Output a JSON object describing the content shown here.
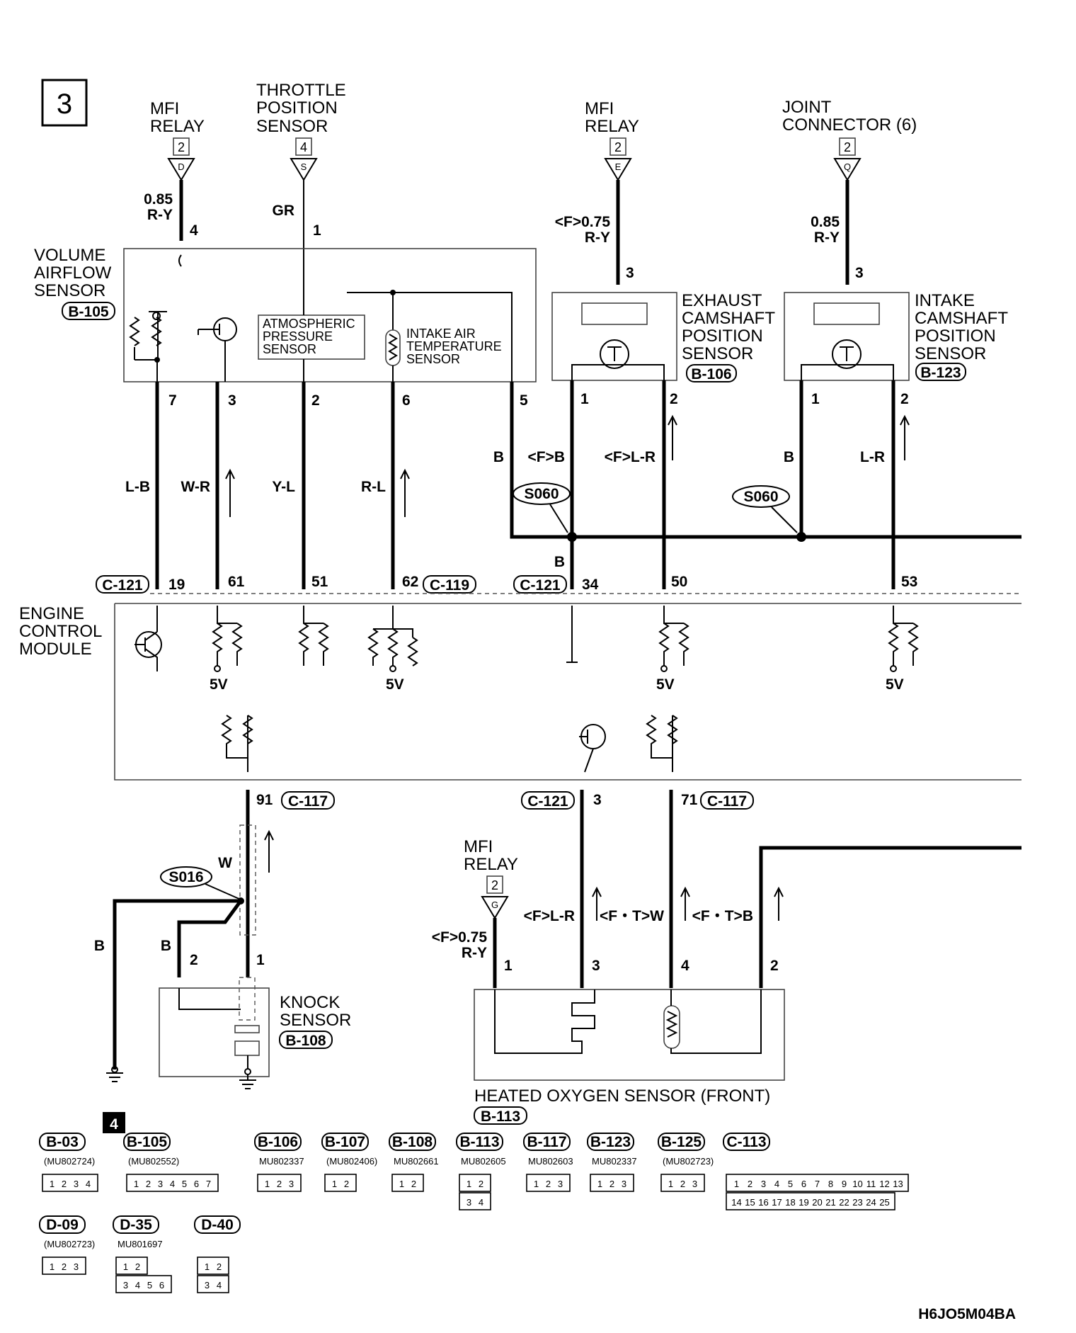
{
  "page": {
    "number": "3",
    "next_page": "4",
    "code": "H6JO5M04BA"
  },
  "sources": {
    "mfi_relay_1": {
      "name": [
        "MFI",
        "RELAY"
      ],
      "page": "2",
      "terminal": "D",
      "size": "0.85",
      "color": "R-Y",
      "pin": "4"
    },
    "tps": {
      "name": [
        "THROTTLE",
        "POSITION",
        "SENSOR"
      ],
      "page": "4",
      "terminal": "S",
      "color": "GR",
      "pin": "1"
    },
    "mfi_relay_2": {
      "name": [
        "MFI",
        "RELAY"
      ],
      "page": "2",
      "terminal": "E",
      "size": "<F>0.75",
      "color": "R-Y",
      "pin": "3"
    },
    "joint_connector": {
      "name": [
        "JOINT",
        "CONNECTOR (6)"
      ],
      "page": "2",
      "terminal": "Q",
      "size": "0.85",
      "color": "R-Y",
      "pin": "3"
    },
    "mfi_relay_3": {
      "name": [
        "MFI",
        "RELAY"
      ],
      "page": "2",
      "terminal": "G",
      "size": "<F>0.75",
      "color": "R-Y",
      "pin": "1"
    }
  },
  "components": {
    "vaf": {
      "name": [
        "VOLUME",
        "AIRFLOW",
        "SENSOR"
      ],
      "connector": "B-105"
    },
    "aps": {
      "name": [
        "ATMOSPHERIC",
        "PRESSURE",
        "SENSOR"
      ]
    },
    "iat": {
      "name": [
        "INTAKE AIR",
        "TEMPERATURE",
        "SENSOR"
      ]
    },
    "ecmp": {
      "name": [
        "EXHAUST",
        "CAMSHAFT",
        "POSITION",
        "SENSOR"
      ],
      "connector": "B-106"
    },
    "icmp": {
      "name": [
        "INTAKE",
        "CAMSHAFT",
        "POSITION",
        "SENSOR"
      ],
      "connector": "B-123"
    },
    "ecm": {
      "name": [
        "ENGINE",
        "CONTROL",
        "MODULE"
      ]
    },
    "knock": {
      "name": [
        "KNOCK",
        "SENSOR"
      ],
      "connector": "B-108"
    },
    "ho2s": {
      "name": "HEATED OXYGEN SENSOR (FRONT)",
      "connector": "B-113"
    }
  },
  "sensor_pins": {
    "vaf": [
      "7",
      "3",
      "2",
      "6",
      "5"
    ],
    "ecmp": [
      "1",
      "2"
    ],
    "icmp": [
      "1",
      "2"
    ],
    "knock": [
      "2",
      "1"
    ],
    "ho2s": [
      "1",
      "3",
      "4",
      "2"
    ]
  },
  "wires": {
    "w_lb": "L-B",
    "w_wr": "W-R",
    "w_yl": "Y-L",
    "w_rl": "R-L",
    "w_b": "B",
    "w_fb": "<F>B",
    "w_flr": "<F>L-R",
    "w_b2": "B",
    "w_lr": "L-R",
    "w_b3": "B",
    "knock_w": "W",
    "knock_b1": "B",
    "knock_b2": "B",
    "o2_flr": "<F>L-R",
    "o2_ftw": "<F・T>W",
    "o2_ftb": "<F・T>B"
  },
  "splices": {
    "s060_a": "S060",
    "s060_b": "S060",
    "s016": "S016"
  },
  "ecm_pins": {
    "c121": "C-121",
    "p19": "19",
    "p61": "61",
    "p51": "51",
    "p62": "62",
    "c119": "C-119",
    "c121b": "C-121",
    "p34": "34",
    "p50": "50",
    "p53": "53",
    "p91": "91",
    "c117": "C-117",
    "c121c": "C-121",
    "p3": "3",
    "p71": "71",
    "c117b": "C-117"
  },
  "volt": "5V",
  "connectors_legend": [
    {
      "id": "B-03",
      "part": "(MU802724)",
      "pins": [
        "1",
        "2",
        "3",
        "4"
      ]
    },
    {
      "id": "B-105",
      "part": "(MU802552)",
      "pins": [
        "1",
        "2",
        "3",
        "4",
        "5",
        "6",
        "7"
      ]
    },
    {
      "id": "B-106",
      "part": "MU802337",
      "pins": [
        "1",
        "2",
        "3"
      ]
    },
    {
      "id": "B-107",
      "part": "(MU802406)",
      "pins": [
        "1",
        "2"
      ]
    },
    {
      "id": "B-108",
      "part": "MU802661",
      "pins": [
        "1",
        "2"
      ]
    },
    {
      "id": "B-113",
      "part": "MU802605",
      "pins": [
        "1",
        "2",
        "3",
        "4"
      ]
    },
    {
      "id": "B-117",
      "part": "MU802603",
      "pins": [
        "1",
        "2",
        "3"
      ]
    },
    {
      "id": "B-123",
      "part": "MU802337",
      "pins": [
        "1",
        "2",
        "3"
      ]
    },
    {
      "id": "B-125",
      "part": "(MU802723)",
      "pins": [
        "1",
        "2",
        "3"
      ]
    },
    {
      "id": "C-113",
      "part": "",
      "pins_top": [
        "1",
        "2",
        "3",
        "4",
        "5",
        "6",
        "7",
        "8",
        "9",
        "10",
        "11",
        "12",
        "13"
      ],
      "pins_bottom": [
        "14",
        "15",
        "16",
        "17",
        "18",
        "19",
        "20",
        "21",
        "22",
        "23",
        "24",
        "25"
      ]
    },
    {
      "id": "D-09",
      "part": "(MU802723)",
      "pins": [
        "1",
        "2",
        "3"
      ]
    },
    {
      "id": "D-35",
      "part": "MU801697",
      "pins_top": [
        "1",
        "2"
      ],
      "pins_bottom": [
        "3",
        "4",
        "5",
        "6"
      ]
    },
    {
      "id": "D-40",
      "part": "",
      "pins": [
        "1",
        "2",
        "3",
        "4"
      ]
    }
  ]
}
